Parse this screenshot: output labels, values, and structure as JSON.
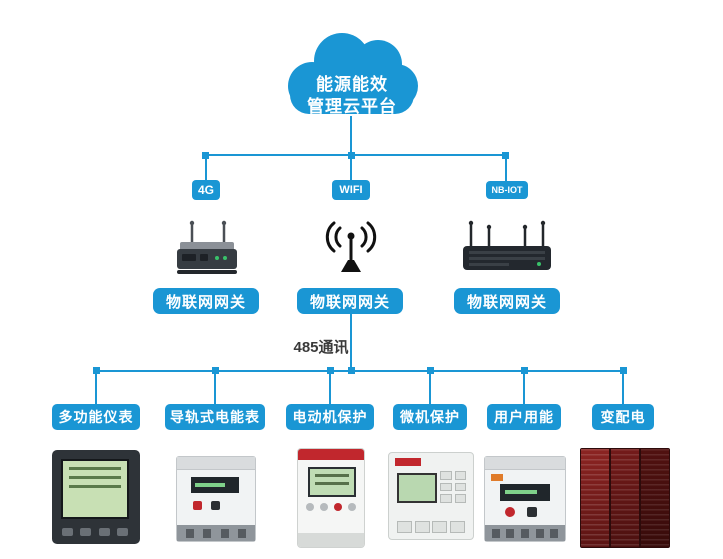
{
  "colors": {
    "accent": "#1a96d4",
    "line": "#1a96d4",
    "text_dark": "#3a3a3a"
  },
  "cloud": {
    "line1": "能源能效",
    "line2": "管理云平台"
  },
  "links": [
    {
      "label": "4G"
    },
    {
      "label": "WIFI"
    },
    {
      "label": "NB-IOT"
    }
  ],
  "gateways": [
    {
      "label": "物联网网关"
    },
    {
      "label": "物联网网关"
    },
    {
      "label": "物联网网关"
    }
  ],
  "bus": {
    "label": "485通讯"
  },
  "devices": [
    {
      "label": "多功能仪表"
    },
    {
      "label": "导轨式电能表"
    },
    {
      "label": "电动机保护"
    },
    {
      "label": "微机保护"
    },
    {
      "label": "用户用能"
    },
    {
      "label": "变配电"
    }
  ]
}
